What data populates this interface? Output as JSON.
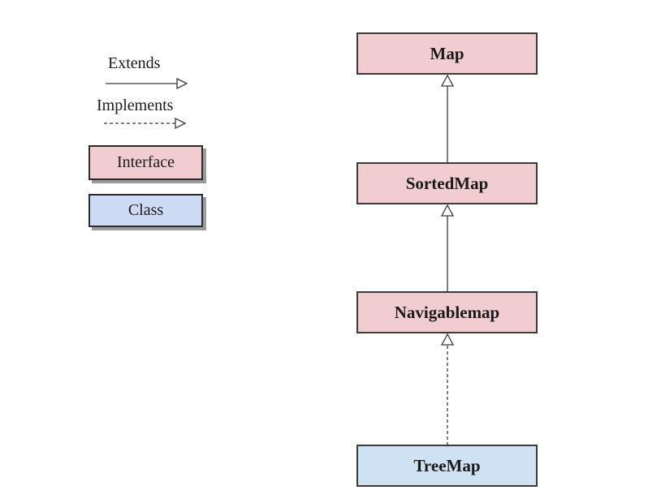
{
  "legend": {
    "extends_label": "Extends",
    "implements_label": "Implements",
    "interface_label": "Interface",
    "class_label": "Class"
  },
  "nodes": {
    "map": "Map",
    "sortedmap": "SortedMap",
    "navigablemap": "Navigablemap",
    "treemap": "TreeMap"
  },
  "relations": [
    {
      "from": "SortedMap",
      "to": "Map",
      "type": "extends"
    },
    {
      "from": "Navigablemap",
      "to": "SortedMap",
      "type": "extends"
    },
    {
      "from": "TreeMap",
      "to": "Navigablemap",
      "type": "implements"
    }
  ],
  "colors": {
    "interface_fill": "#f2cdcf",
    "class_fill": "#cddbf5",
    "treemap_fill": "#cfe2f3",
    "border": "#2b2b2b",
    "line": "#3a3a3a"
  }
}
